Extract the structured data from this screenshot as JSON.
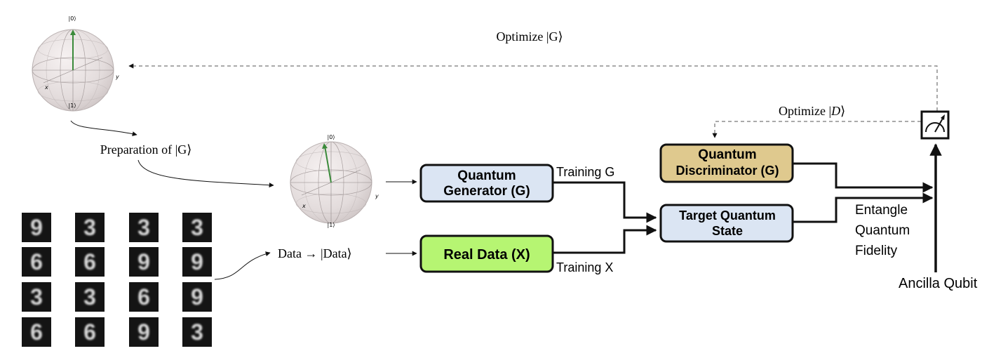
{
  "labels": {
    "optimize_g": "Optimize |G⟩",
    "optimize_d": "Optimize |",
    "optimize_d_var": "D",
    "optimize_d_close": "⟩",
    "preparation": "Preparation of |G⟩",
    "data_state": "Data  → |Data⟩",
    "training_g": "Training G",
    "training_x": "Training X",
    "entangle": "Entangle",
    "quantum": "Quantum",
    "fidelity": "Fidelity",
    "ancilla": "Ancilla Qubit"
  },
  "boxes": {
    "generator": {
      "line1": "Quantum",
      "line2": "Generator (G)"
    },
    "real_data": {
      "line1": "Real Data (X)"
    },
    "discriminator": {
      "line1": "Quantum",
      "line2": "Discriminator (G)"
    },
    "target": {
      "line1": "Target Quantum",
      "line2": "State"
    }
  },
  "bloch": {
    "ket0": "|0⟩",
    "ket1": "|1⟩",
    "axis_x": "x",
    "axis_y": "y"
  },
  "digits": [
    [
      "9",
      "3",
      "3",
      "3"
    ],
    [
      "6",
      "6",
      "9",
      "9"
    ],
    [
      "3",
      "3",
      "6",
      "9"
    ],
    [
      "6",
      "6",
      "9",
      "3"
    ]
  ],
  "colors": {
    "generator_fill": "#dbe5f3",
    "target_fill": "#dbe5f3",
    "real_data_fill": "#b6f572",
    "discriminator_fill": "#dfc98e",
    "vector": "#3a8a3a"
  }
}
